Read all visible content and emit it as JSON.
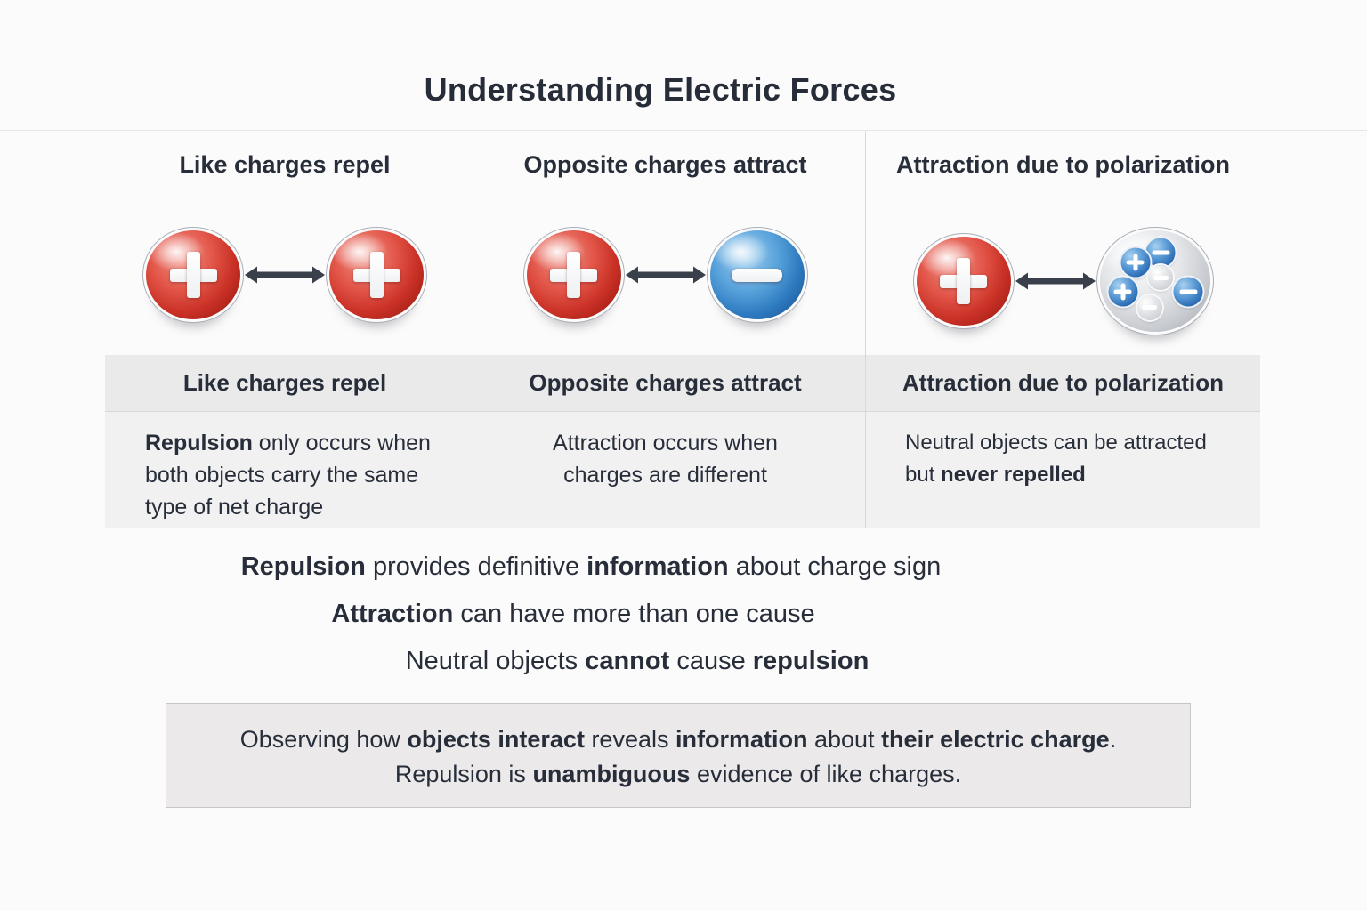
{
  "title": "Understanding Electric Forces",
  "panels": [
    {
      "header": "Like charges repel",
      "left_sphere": {
        "charge": "positive",
        "sign": "+"
      },
      "right_sphere": {
        "charge": "positive",
        "sign": "+"
      },
      "table_header": "Like charges repel",
      "table_cell": [
        {
          "text": "Repulsion",
          "bold": true
        },
        {
          "text": " only occurs when\nboth objects carry the same\ntype of net charge",
          "bold": false
        }
      ]
    },
    {
      "header": "Opposite charges attract",
      "left_sphere": {
        "charge": "positive",
        "sign": "+"
      },
      "right_sphere": {
        "charge": "negative",
        "sign": "−"
      },
      "table_header": "Opposite charges attract",
      "table_cell": [
        {
          "text": "Attraction occurs when\ncharges are different",
          "bold": false
        }
      ]
    },
    {
      "header": "Attraction due to polarization",
      "left_sphere": {
        "charge": "positive",
        "sign": "+"
      },
      "right_sphere": {
        "charge": "neutral-polarized",
        "sign": "mixed"
      },
      "table_header": "Attraction due to polarization",
      "table_cell": [
        {
          "text": "Neutral objects can be attracted\nbut ",
          "bold": false
        },
        {
          "text": "never repelled",
          "bold": true
        }
      ]
    }
  ],
  "polarized_sphere": {
    "charges": [
      {
        "sign": "−",
        "variant": "blue",
        "position": "top"
      },
      {
        "sign": "+",
        "variant": "blue",
        "position": "upper-left"
      },
      {
        "sign": "−",
        "variant": "light",
        "position": "center"
      },
      {
        "sign": "+",
        "variant": "blue",
        "position": "left"
      },
      {
        "sign": "−",
        "variant": "blue",
        "position": "right"
      },
      {
        "sign": "−",
        "variant": "light",
        "position": "bottom"
      }
    ]
  },
  "statements": [
    [
      {
        "text": "Repulsion",
        "bold": true
      },
      {
        "text": " provides definitive ",
        "bold": false
      },
      {
        "text": "information",
        "bold": true
      },
      {
        "text": " about charge sign",
        "bold": false
      }
    ],
    [
      {
        "text": "Attraction",
        "bold": true
      },
      {
        "text": " can have more than one cause",
        "bold": false
      }
    ],
    [
      {
        "text": "Neutral objects ",
        "bold": false
      },
      {
        "text": "cannot",
        "bold": true
      },
      {
        "text": " cause ",
        "bold": false
      },
      {
        "text": "repulsion",
        "bold": true
      }
    ]
  ],
  "summary_box": {
    "lines": [
      [
        {
          "text": "Observing how ",
          "bold": false
        },
        {
          "text": "objects interact",
          "bold": true
        },
        {
          "text": " reveals ",
          "bold": false
        },
        {
          "text": "information",
          "bold": true
        },
        {
          "text": " about ",
          "bold": false
        },
        {
          "text": "their electric charge",
          "bold": true
        },
        {
          "text": ".",
          "bold": false
        }
      ],
      [
        {
          "text": "Repulsion is ",
          "bold": false
        },
        {
          "text": "unambiguous",
          "bold": true
        },
        {
          "text": " evidence of like charges.",
          "bold": false
        }
      ]
    ]
  },
  "colors": {
    "positive_red": "#cb3227",
    "negative_blue": "#2d79bf",
    "neutral_gray": "#c6c9ce",
    "arrow_dark": "#39404c",
    "text_dark": "#272e3a",
    "table_header_bg": "#ebeaeb",
    "table_body_bg": "#f2f1f1",
    "summary_box_bg": "#ebe9ea"
  }
}
